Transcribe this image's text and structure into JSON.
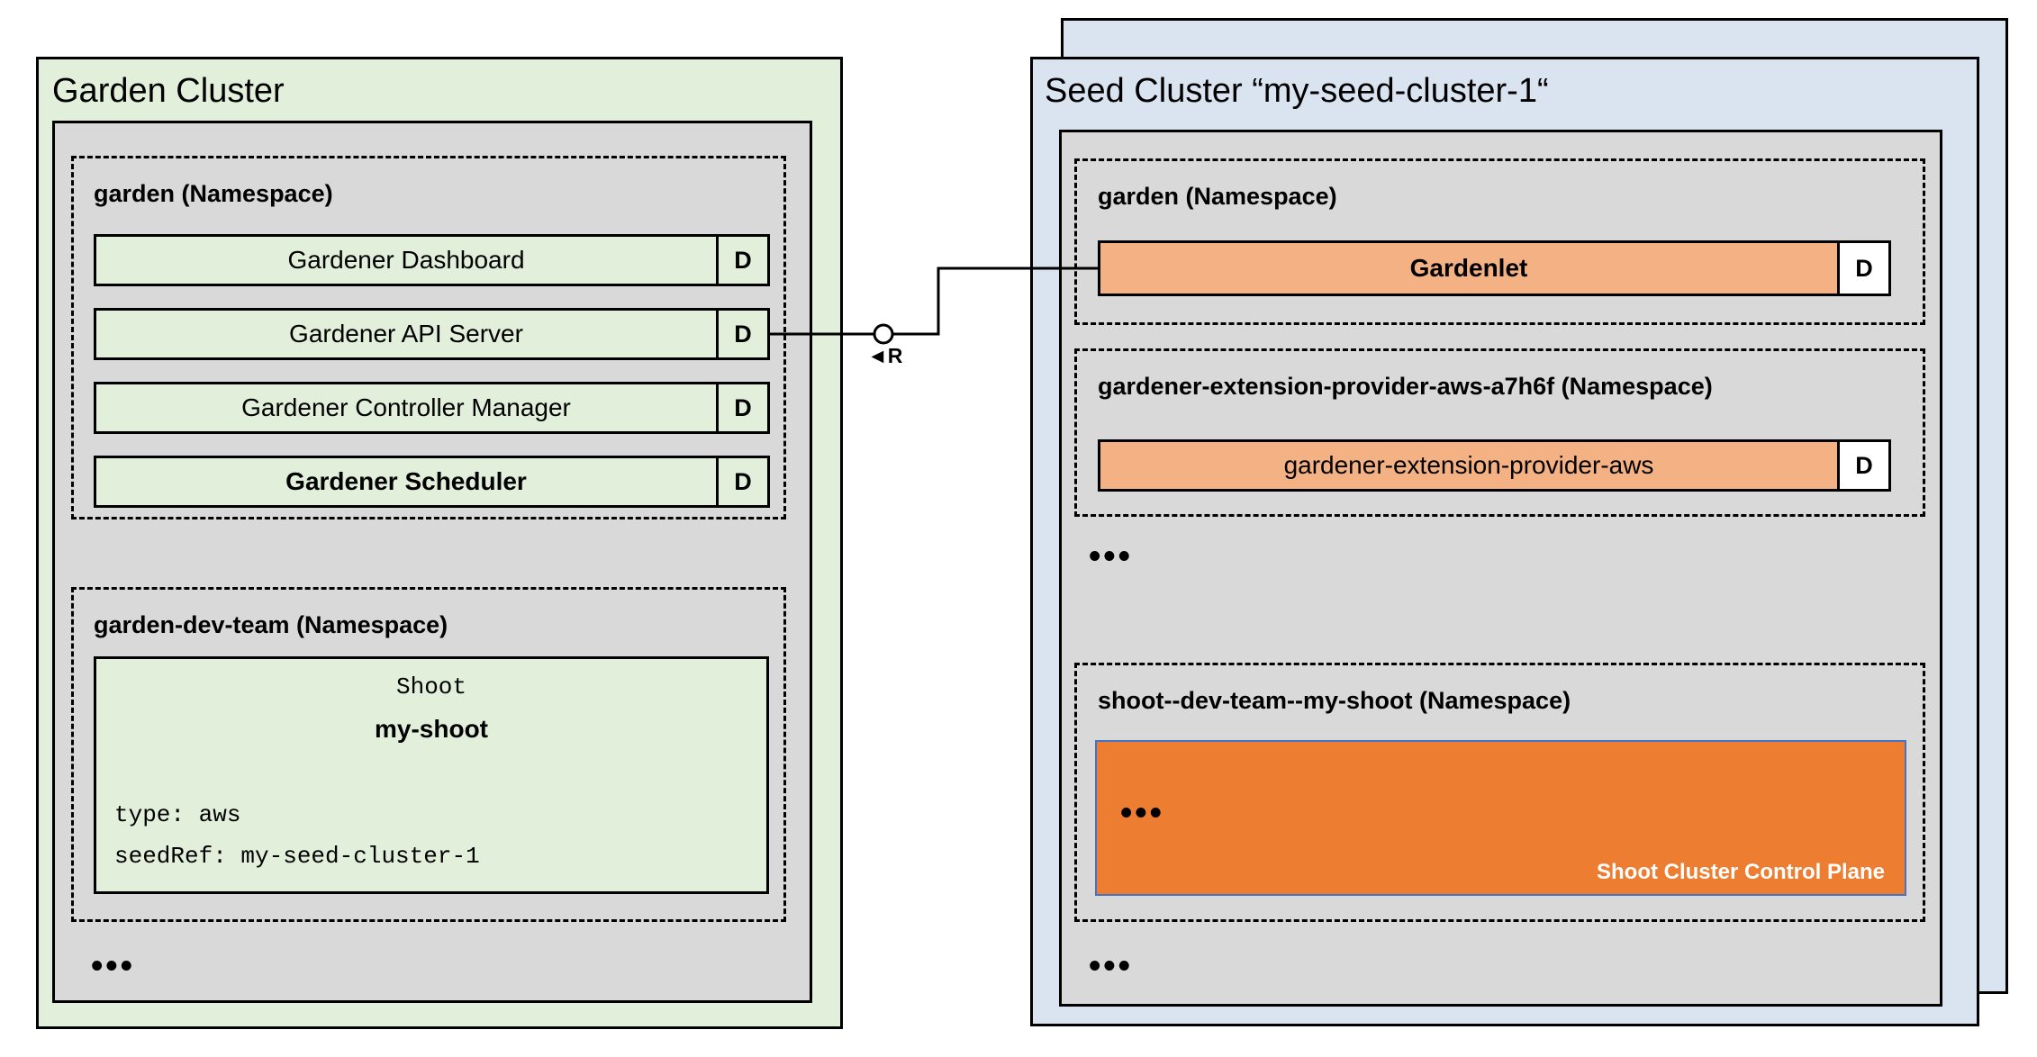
{
  "colors": {
    "garden_cluster_bg": "#e2efda",
    "seed_cluster_bg": "#dae3f0",
    "namespace_container_bg": "#d9d9d9",
    "component_green": "#e2efda",
    "component_orange": "#f4b183",
    "control_plane_orange": "#ed7d31",
    "control_plane_border": "#4472c4"
  },
  "garden_cluster": {
    "title": "Garden Cluster",
    "garden_namespace": {
      "label": "garden (Namespace)",
      "components": [
        {
          "name": "Gardener Dashboard",
          "badge": "D"
        },
        {
          "name": "Gardener API Server",
          "badge": "D"
        },
        {
          "name": "Gardener Controller Manager",
          "badge": "D"
        },
        {
          "name": "Gardener Scheduler",
          "badge": "D"
        }
      ]
    },
    "dev_namespace": {
      "label": "garden-dev-team (Namespace)",
      "shoot_resource": {
        "kind": "Shoot",
        "name": "my-shoot",
        "spec": [
          "type: aws",
          "seedRef: my-seed-cluster-1"
        ]
      }
    },
    "ellipsis": "•••"
  },
  "connector": {
    "label": "◄R"
  },
  "seed_cluster": {
    "title": "Seed Cluster “my-seed-cluster-1“",
    "garden_namespace": {
      "label": "garden (Namespace)",
      "component": {
        "name": "Gardenlet",
        "badge": "D"
      }
    },
    "extension_namespace": {
      "label": "gardener-extension-provider-aws-a7h6f (Namespace)",
      "component": {
        "name": "gardener-extension-provider-aws",
        "badge": "D"
      }
    },
    "ellipsis_middle": "•••",
    "shoot_namespace": {
      "label": "shoot--dev-team--my-shoot (Namespace)",
      "control_plane": {
        "ellipsis": "•••",
        "label": "Shoot Cluster Control Plane"
      }
    },
    "ellipsis_bottom": "•••"
  }
}
